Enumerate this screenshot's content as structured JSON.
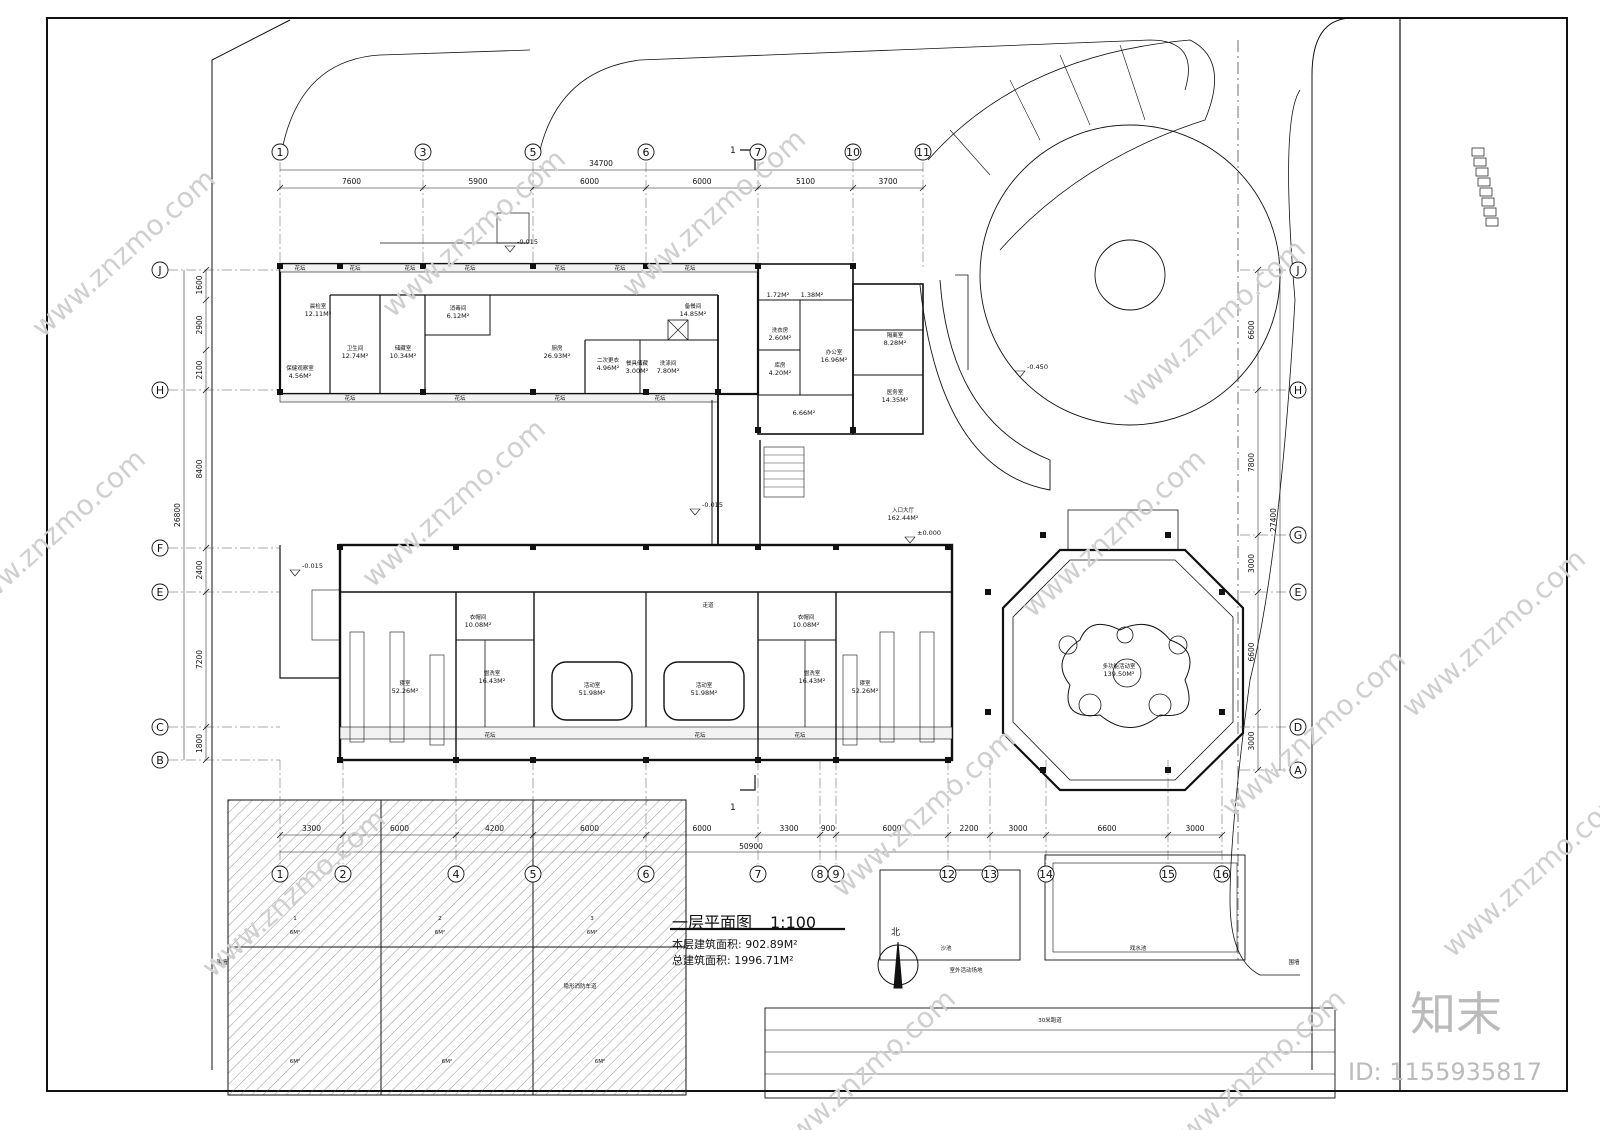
{
  "drawing": {
    "title": "一层平面图",
    "scale": "1:100",
    "area_floor": "本层建筑面积: 902.89M²",
    "area_total": "总建筑面积: 1996.71M²",
    "north_label": "北",
    "section_mark": "1"
  },
  "axes_top": [
    "1",
    "3",
    "5",
    "6",
    "7",
    "10",
    "11"
  ],
  "axes_bottom": [
    "1",
    "2",
    "4",
    "5",
    "6",
    "7",
    "8",
    "9",
    "12",
    "13",
    "14",
    "15",
    "16"
  ],
  "axes_left": [
    "J",
    "H",
    "F",
    "E",
    "C",
    "B"
  ],
  "axes_right": [
    "J",
    "H",
    "G",
    "E",
    "D",
    "A"
  ],
  "dims_top": {
    "total": "34700",
    "segments": [
      "7600",
      "5900",
      "6000",
      "6000",
      "5100",
      "3700"
    ]
  },
  "dims_bottom": {
    "total": "50900",
    "segments": [
      "3300",
      "6000",
      "4200",
      "6000",
      "6000",
      "3300",
      "900",
      "6000",
      "2200",
      "3000",
      "6600",
      "3000"
    ]
  },
  "dims_left": {
    "total": "26800",
    "segments": [
      "1600",
      "2900",
      "2100",
      "8400",
      "2400",
      "7200",
      "1800"
    ]
  },
  "dims_right": {
    "total": "27400",
    "segments": [
      "6600",
      "7800",
      "3000",
      "6600",
      "3000"
    ]
  },
  "elevations": [
    "-0.015",
    "-0.015",
    "-0.015",
    "-0.450",
    "±0.000"
  ],
  "rooms": [
    {
      "name": "晨检室",
      "area": "12.11M²"
    },
    {
      "name": "保健观察室",
      "area": "4.56M²"
    },
    {
      "name": "卫生间",
      "area": "12.74M²"
    },
    {
      "name": "储藏室",
      "area": "10.34M²"
    },
    {
      "name": "消毒间",
      "area": "6.12M²"
    },
    {
      "name": "厨房",
      "area": "26.93M²"
    },
    {
      "name": "二次更衣",
      "area": "4.96M²"
    },
    {
      "name": "餐具储藏",
      "area": "3.00M²"
    },
    {
      "name": "洗涤间",
      "area": "7.80M²"
    },
    {
      "name": "备餐间",
      "area": "14.85M²"
    },
    {
      "name": "",
      "area": "1.72M²"
    },
    {
      "name": "",
      "area": "1.38M²"
    },
    {
      "name": "洗衣房",
      "area": "2.60M²"
    },
    {
      "name": "库房",
      "area": "4.20M²"
    },
    {
      "name": "办公室",
      "area": "16.96M²"
    },
    {
      "name": "隔离室",
      "area": "8.28M²"
    },
    {
      "name": "医务室",
      "area": "14.35M²"
    },
    {
      "name": "",
      "area": "6.66M²"
    },
    {
      "name": "入口大厅",
      "area": "162.44M²"
    },
    {
      "name": "衣帽间",
      "area": "10.08M²"
    },
    {
      "name": "衣帽间",
      "area": "10.08M²"
    },
    {
      "name": "寝室",
      "area": "52.26M²"
    },
    {
      "name": "寝室",
      "area": "52.26M²"
    },
    {
      "name": "盥洗室",
      "area": "16.43M²"
    },
    {
      "name": "盥洗室",
      "area": "16.43M²"
    },
    {
      "name": "活动室",
      "area": "51.98M²"
    },
    {
      "name": "活动室",
      "area": "51.98M²"
    },
    {
      "name": "多功能活动室",
      "area": "139.50M²"
    }
  ],
  "site_labels": [
    "围墙",
    "围墙",
    "30米跑道",
    "戏水池",
    "沙池",
    "室外活动场地",
    "隐形消防车道",
    "走道"
  ],
  "parking_labels": [
    "6M²",
    "6M²",
    "6M²",
    "6M²",
    "6M²",
    "6M²"
  ],
  "parking_nums": [
    "1",
    "2",
    "3"
  ],
  "flower_label": "花坛",
  "watermark": "www.znzmo.com",
  "brand": "知末",
  "id_text": "ID: 1155935817"
}
